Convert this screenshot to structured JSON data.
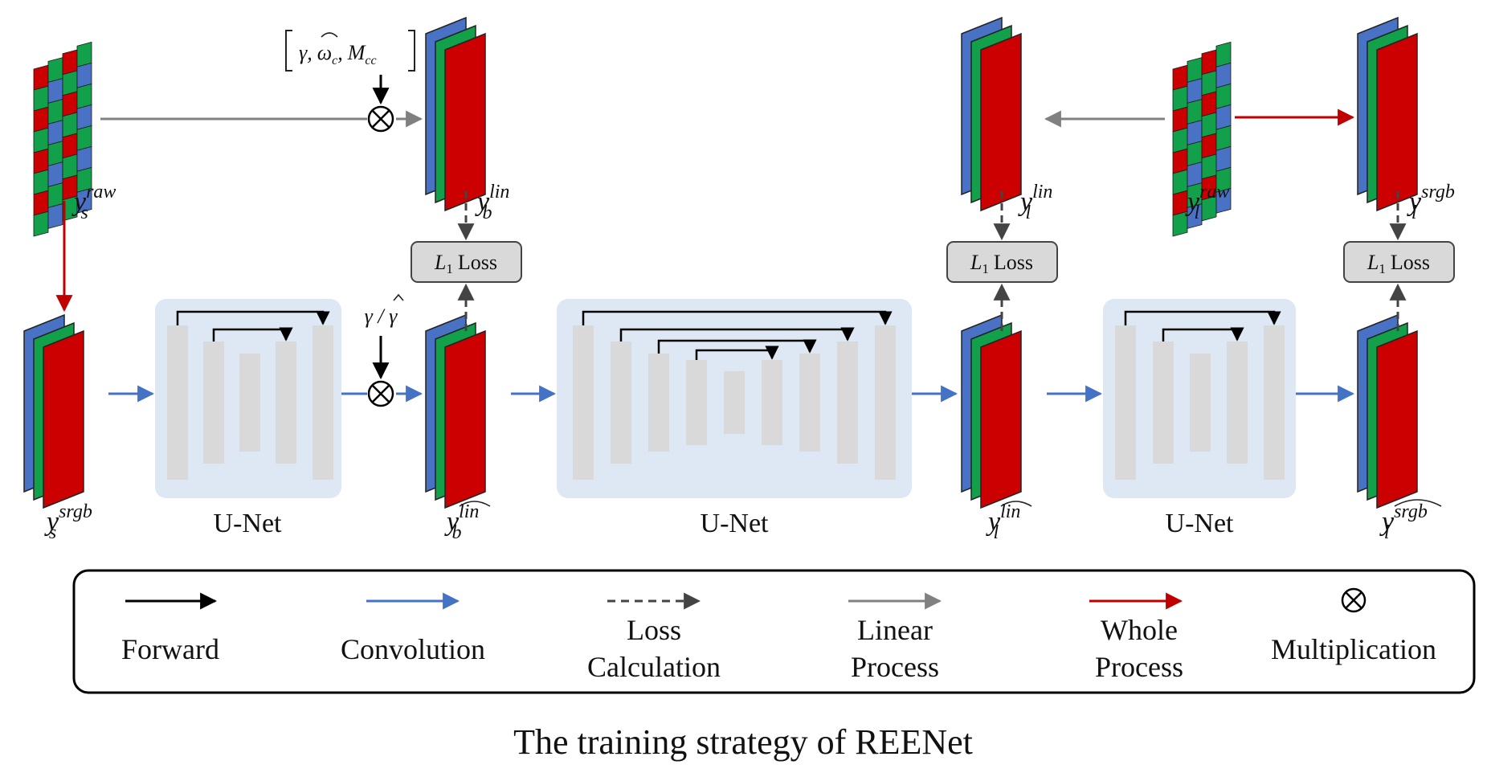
{
  "colors": {
    "red": "#cc0000",
    "green": "#12a04a",
    "blue": "#4a72c4",
    "forward": "#000000",
    "convolution": "#4472c4",
    "loss": "#444444",
    "linear": "#808080",
    "whole": "#c00000",
    "unet_bg": "#dde8f4",
    "unet_bar": "#d9d9d9",
    "loss_box": "#d9d9d9"
  },
  "labels": {
    "ys_raw": {
      "base": "y",
      "sub": "s",
      "sup": "raw"
    },
    "ys_srgb": {
      "base": "y",
      "sub": "s",
      "sup": "srgb"
    },
    "yb_lin": {
      "base": "y",
      "sub": "b",
      "sup": "lin"
    },
    "yb_lin_hat": {
      "base": "y",
      "sub": "b",
      "sup": "lin"
    },
    "yl_lin": {
      "base": "y",
      "sub": "l",
      "sup": "lin"
    },
    "yl_lin_hat": {
      "base": "y",
      "sub": "l",
      "sup": "lin"
    },
    "yl_raw": {
      "base": "y",
      "sub": "l",
      "sup": "raw"
    },
    "yl_srgb": {
      "base": "y",
      "sub": "l",
      "sup": "srgb"
    },
    "yl_srgb_hat": {
      "base": "y",
      "sub": "l",
      "sup": "srgb"
    }
  },
  "params": {
    "bracket": {
      "gamma": "γ,",
      "omega": "ω",
      "omega_sub": "c",
      "comma": ",",
      "m": "M",
      "m_sub": "cc"
    },
    "gamma_ratio": "γ / γ"
  },
  "loss": {
    "l": "L",
    "sub": "1",
    "text": "Loss"
  },
  "unet_label": "U-Net",
  "legend": {
    "forward": "Forward",
    "convolution": "Convolution",
    "loss_line1": "Loss",
    "loss_line2": "Calculation",
    "linear_line1": "Linear",
    "linear_line2": "Process",
    "whole_line1": "Whole",
    "whole_line2": "Process",
    "multiplication": "Multiplication",
    "mult_symbol": "⊗"
  },
  "caption": "The training strategy of REENet"
}
